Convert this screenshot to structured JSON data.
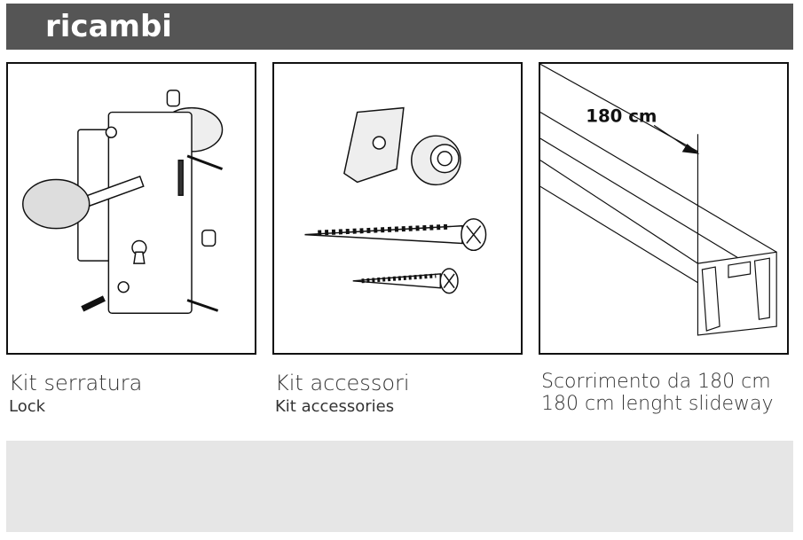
{
  "header": {
    "title": "ricambi"
  },
  "items": [
    {
      "title": "Kit serratura",
      "subtitle": "Lock"
    },
    {
      "title": "Kit accessori",
      "subtitle": "Kit accessories"
    },
    {
      "title": "Scorrimento da 180 cm",
      "subtitle": "180 cm lenght slideway",
      "dimension_label": "180 cm"
    }
  ]
}
